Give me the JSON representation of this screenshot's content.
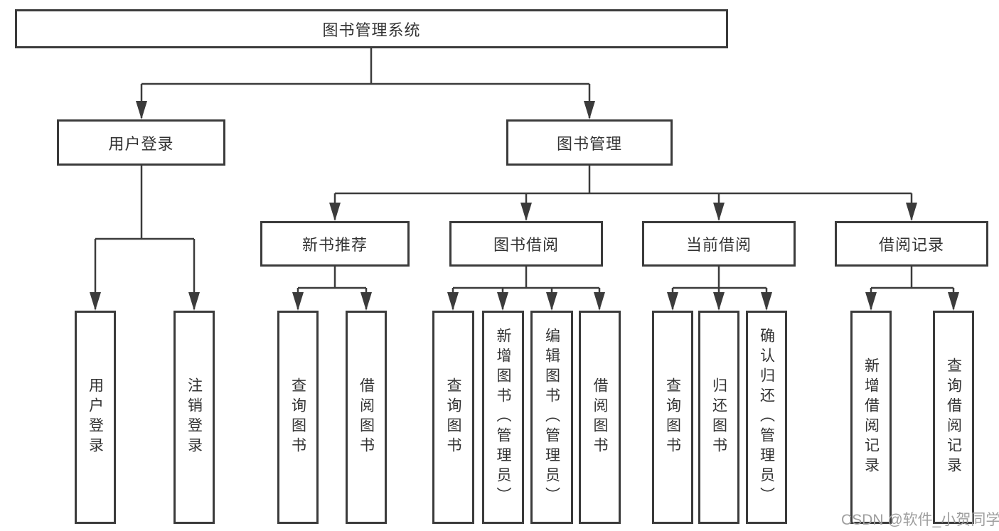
{
  "diagram_type": "hierarchy-tree",
  "root": {
    "label": "图书管理系统"
  },
  "level2": {
    "user_login": {
      "label": "用户登录",
      "children": {
        "login": "用户登录",
        "logout": "注销登录"
      }
    },
    "book_management": {
      "label": "图书管理"
    }
  },
  "level3": {
    "new_book": {
      "label": "新书推荐",
      "children": {
        "query_book": "查询图书",
        "borrow_book": "借阅图书"
      }
    },
    "book_borrow": {
      "label": "图书借阅",
      "children": {
        "query_book": "查询图书",
        "add_book": "新增图书（管理员）",
        "edit_book": "编辑图书（管理员）",
        "borrow_book": "借阅图书"
      }
    },
    "current_borrow": {
      "label": "当前借阅",
      "children": {
        "query_book": "查询图书",
        "return_book": "归还图书",
        "confirm_return": "确认归还（管理员）"
      }
    },
    "borrow_record": {
      "label": "借阅记录",
      "children": {
        "add_record": "新增借阅记录",
        "query_record": "查询借阅记录"
      }
    }
  },
  "watermark": {
    "text": "CSDN @软件_小贺同学"
  },
  "colors": {
    "line": "#3b3b3b",
    "text": "#333333",
    "background": "#ffffff",
    "watermark": "#9e9e9e"
  }
}
